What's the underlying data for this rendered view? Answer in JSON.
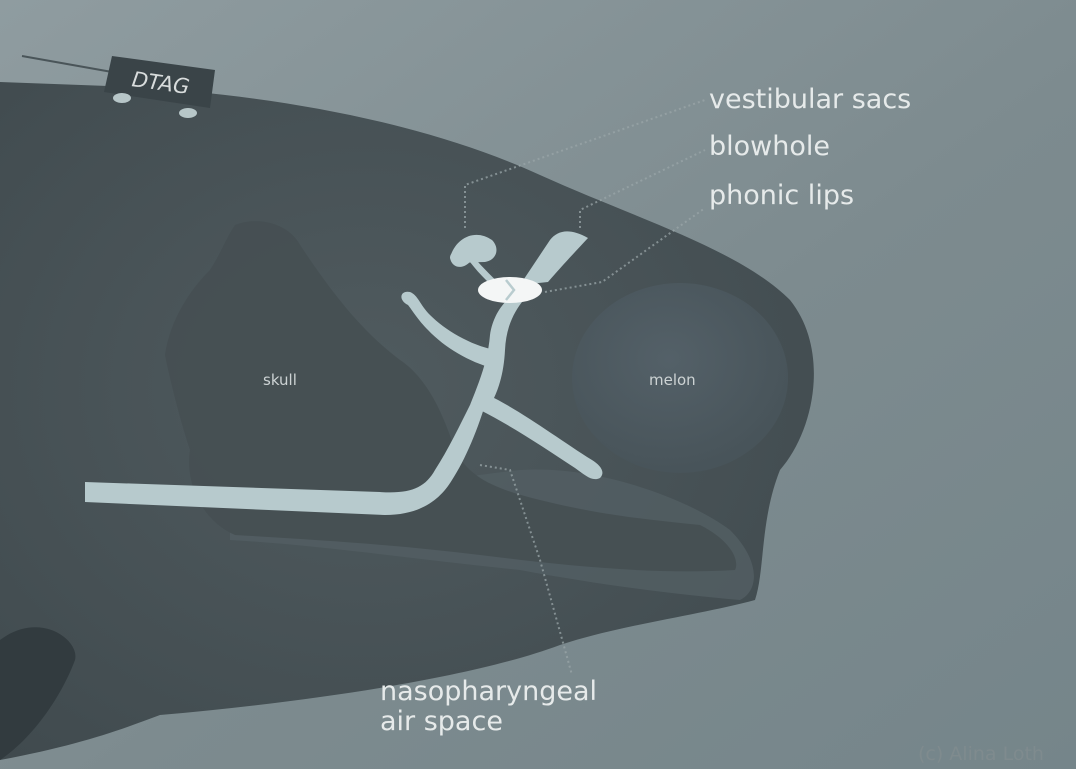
{
  "diagram": {
    "tag_label": "DTAG",
    "labels": {
      "vestibular_sacs": "vestibular sacs",
      "blowhole": "blowhole",
      "phonic_lips": "phonic lips",
      "skull": "skull",
      "melon": "melon",
      "nasopharyngeal_line1": "nasopharyngeal",
      "nasopharyngeal_line2": "air space"
    },
    "credit": "(c) Alina Loth",
    "colors": {
      "water": "#8f9c9f",
      "body": "#4a5559",
      "skull": "#434d51",
      "melon": "#4f5a5e",
      "air": "#b9cccf"
    }
  }
}
